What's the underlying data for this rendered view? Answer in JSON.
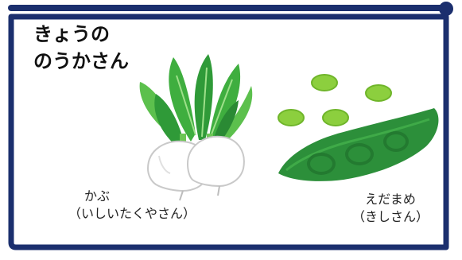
{
  "title": {
    "line1": "きょうの",
    "line2": "のうかさん"
  },
  "items": [
    {
      "name": "かぶ",
      "farmer": "（いしいたくやさん）",
      "icon": "turnip-icon"
    },
    {
      "name": "えだまめ",
      "farmer": "（きしさん）",
      "icon": "edamame-icon"
    }
  ],
  "colors": {
    "frame": "#1b2f6e",
    "leaf_dark": "#2f9a38",
    "leaf_light": "#5cc04d",
    "turnip": "#ffffff",
    "pod": "#2c8f3a",
    "bean": "#8ccf3e"
  }
}
